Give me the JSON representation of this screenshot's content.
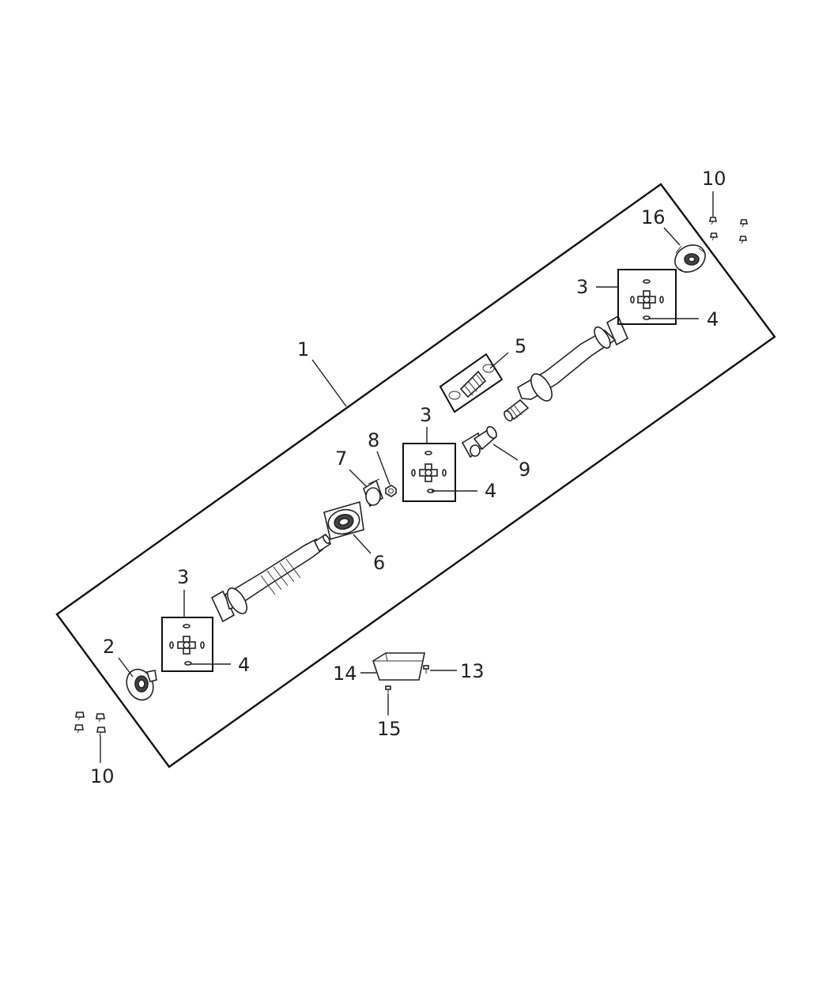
{
  "callouts": [
    {
      "id": "c1",
      "label": "1"
    },
    {
      "id": "c2",
      "label": "2"
    },
    {
      "id": "c3a",
      "label": "3"
    },
    {
      "id": "c3b",
      "label": "3"
    },
    {
      "id": "c3c",
      "label": "3"
    },
    {
      "id": "c4a",
      "label": "4"
    },
    {
      "id": "c4b",
      "label": "4"
    },
    {
      "id": "c4c",
      "label": "4"
    },
    {
      "id": "c5",
      "label": "5"
    },
    {
      "id": "c6",
      "label": "6"
    },
    {
      "id": "c7",
      "label": "7"
    },
    {
      "id": "c8",
      "label": "8"
    },
    {
      "id": "c9",
      "label": "9"
    },
    {
      "id": "c10a",
      "label": "10"
    },
    {
      "id": "c10b",
      "label": "10"
    },
    {
      "id": "c13",
      "label": "13"
    },
    {
      "id": "c14",
      "label": "14"
    },
    {
      "id": "c15",
      "label": "15"
    },
    {
      "id": "c16",
      "label": "16"
    }
  ]
}
